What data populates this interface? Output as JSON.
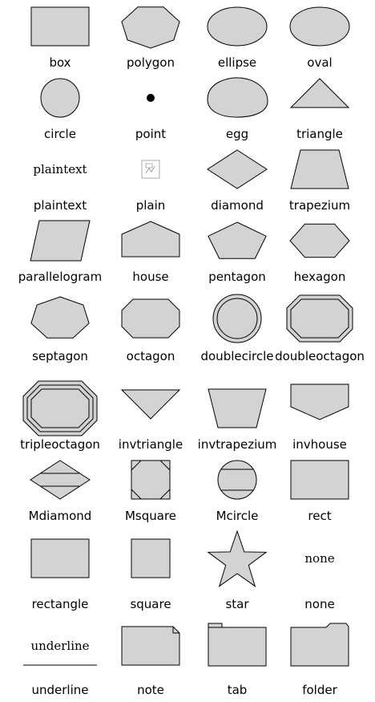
{
  "shapes": [
    {
      "id": "box",
      "label": "box"
    },
    {
      "id": "polygon",
      "label": "polygon"
    },
    {
      "id": "ellipse",
      "label": "ellipse"
    },
    {
      "id": "oval",
      "label": "oval"
    },
    {
      "id": "circle",
      "label": "circle"
    },
    {
      "id": "point",
      "label": "point"
    },
    {
      "id": "egg",
      "label": "egg"
    },
    {
      "id": "triangle",
      "label": "triangle"
    },
    {
      "id": "plaintext",
      "label": "plaintext",
      "inner_text": "plaintext"
    },
    {
      "id": "plain",
      "label": "plain"
    },
    {
      "id": "diamond",
      "label": "diamond"
    },
    {
      "id": "trapezium",
      "label": "trapezium"
    },
    {
      "id": "parallelogram",
      "label": "parallelogram"
    },
    {
      "id": "house",
      "label": "house"
    },
    {
      "id": "pentagon",
      "label": "pentagon"
    },
    {
      "id": "hexagon",
      "label": "hexagon"
    },
    {
      "id": "septagon",
      "label": "septagon"
    },
    {
      "id": "octagon",
      "label": "octagon"
    },
    {
      "id": "doublecircle",
      "label": "doublecircle"
    },
    {
      "id": "doubleoctagon",
      "label": "doubleoctagon"
    },
    {
      "id": "tripleoctagon",
      "label": "tripleoctagon"
    },
    {
      "id": "invtriangle",
      "label": "invtriangle"
    },
    {
      "id": "invtrapezium",
      "label": "invtrapezium"
    },
    {
      "id": "invhouse",
      "label": "invhouse"
    },
    {
      "id": "Mdiamond",
      "label": "Mdiamond"
    },
    {
      "id": "Msquare",
      "label": "Msquare"
    },
    {
      "id": "Mcircle",
      "label": "Mcircle"
    },
    {
      "id": "rect",
      "label": "rect"
    },
    {
      "id": "rectangle",
      "label": "rectangle"
    },
    {
      "id": "square",
      "label": "square"
    },
    {
      "id": "star",
      "label": "star"
    },
    {
      "id": "none",
      "label": "none",
      "inner_text": "none"
    },
    {
      "id": "underline",
      "label": "underline",
      "inner_text": "underline"
    },
    {
      "id": "note",
      "label": "note"
    },
    {
      "id": "tab",
      "label": "tab"
    },
    {
      "id": "folder",
      "label": "folder"
    }
  ],
  "colors": {
    "fill": "#d3d3d3",
    "stroke": "#000000"
  }
}
